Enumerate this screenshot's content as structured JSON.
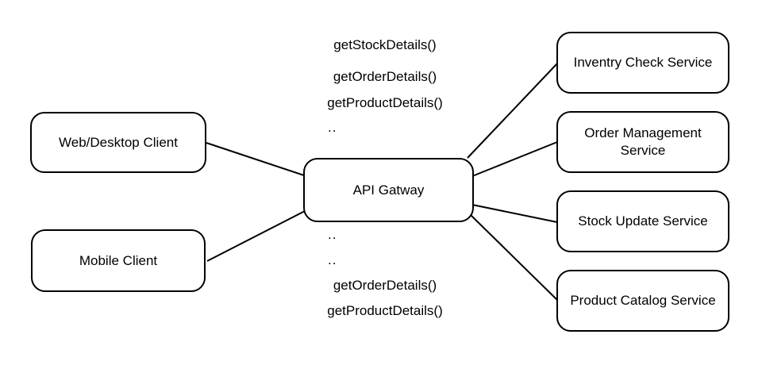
{
  "diagram": {
    "nodes": {
      "clients": [
        {
          "label": "Web/Desktop Client"
        },
        {
          "label": "Mobile Client"
        }
      ],
      "gateway": {
        "label": "API Gatway"
      },
      "services": [
        {
          "label": "Inventry Check Service"
        },
        {
          "label": "Order Management Service"
        },
        {
          "label": "Stock Update Service"
        },
        {
          "label": "Product Catalog Service"
        }
      ]
    },
    "api_calls": {
      "top": [
        "getStockDetails()",
        "getOrderDetails()",
        "getProductDetails()",
        ".."
      ],
      "bottom": [
        "..",
        "..",
        "getOrderDetails()",
        "getProductDetails()"
      ]
    },
    "colors": {
      "stroke": "#000000",
      "fill": "#ffffff",
      "text": "#000000"
    }
  }
}
